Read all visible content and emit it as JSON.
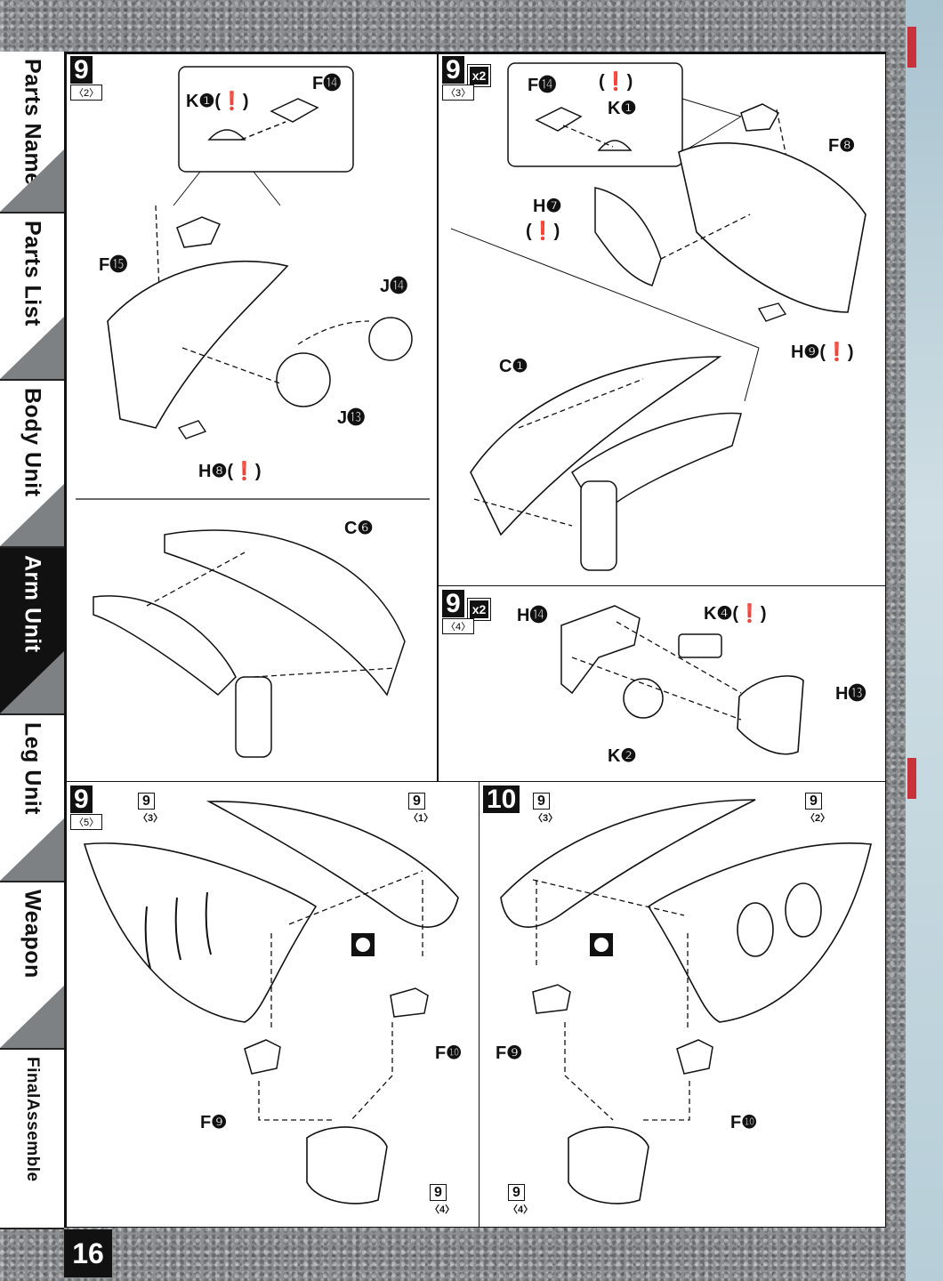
{
  "sidebar": {
    "tabs": [
      {
        "label": "Parts Name",
        "active": false
      },
      {
        "label": "Parts List",
        "active": false
      },
      {
        "label": "Body Unit",
        "active": false
      },
      {
        "label": "Arm Unit",
        "active": true
      },
      {
        "label": "Leg Unit",
        "active": false
      },
      {
        "label": "Weapon",
        "active": false
      },
      {
        "label": "FinalAssemble",
        "active": false
      }
    ]
  },
  "page_number": "16",
  "steps": {
    "s9_2": {
      "num": "9",
      "sub": "〈2〉",
      "labels": {
        "k1": "K❶(❗)",
        "f14": "F⓮",
        "f15": "F⓯",
        "j14": "J⓮",
        "j13": "J⓭",
        "h8": "H❽(❗)",
        "c6": "C❻"
      }
    },
    "s9_3": {
      "num": "9",
      "sub": "〈3〉",
      "badge": "x2",
      "labels": {
        "f14": "F⓮",
        "warn": "(❗)",
        "k1": "K❶",
        "f8": "F❽",
        "h7": "H❼",
        "h7w": "(❗)",
        "h9": "H❾(❗)",
        "c1": "C❶"
      }
    },
    "s9_4": {
      "num": "9",
      "sub": "〈4〉",
      "badge": "x2",
      "labels": {
        "h14": "H⓮",
        "k4": "K❹(❗)",
        "h13": "H⓭",
        "k2": "K❷"
      }
    },
    "s9_5": {
      "num": "9",
      "sub": "〈5〉",
      "labels": {
        "r3": "9",
        "r3s": "〈3〉",
        "r1": "9",
        "r1s": "〈1〉",
        "f10": "F❿",
        "f9": "F❾",
        "r4": "9",
        "r4s": "〈4〉"
      }
    },
    "s10": {
      "num": "10",
      "labels": {
        "r3": "9",
        "r3s": "〈3〉",
        "r2": "9",
        "r2s": "〈2〉",
        "f9": "F❾",
        "f10": "F❿",
        "r4": "9",
        "r4s": "〈4〉"
      }
    }
  },
  "colors": {
    "ink": "#111111",
    "active_tab": "#111111",
    "tab_bg": "#ffffff",
    "accent_red": "#c8333b"
  }
}
